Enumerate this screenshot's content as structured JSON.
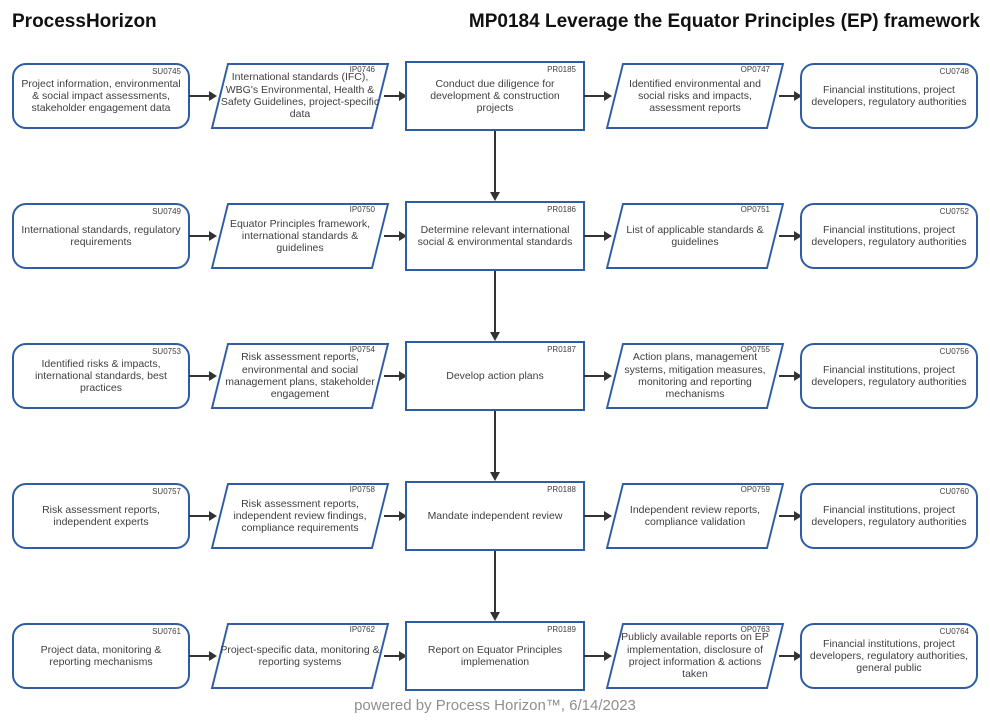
{
  "header": {
    "brand": "ProcessHorizon",
    "title": "MP0184 Leverage the Equator Principles (EP) framework"
  },
  "footer": {
    "credit": "powered by Process Horizon™, 6/14/2023"
  },
  "colors": {
    "shape_border": "#2e5da4",
    "arrow": "#333333",
    "text": "#3f3f3f",
    "footer_text": "#8e8e8e"
  },
  "rows": [
    {
      "supplier": {
        "code": "SU0745",
        "text": "Project information, environmental & social impact assessments, stakeholder engagement data"
      },
      "input": {
        "code": "IP0746",
        "text": "International standards (IFC), WBG's Environmental, Health & Safety Guidelines, project-specific data"
      },
      "process": {
        "code": "PR0185",
        "text": "Conduct due diligence for development & construction projects"
      },
      "output": {
        "code": "OP0747",
        "text": "Identified environmental and social risks and impacts, assessment reports"
      },
      "customer": {
        "code": "CU0748",
        "text": "Financial institutions, project developers, regulatory authorities"
      }
    },
    {
      "supplier": {
        "code": "SU0749",
        "text": "International standards, regulatory requirements"
      },
      "input": {
        "code": "IP0750",
        "text": "Equator Principles framework, international standards & guidelines"
      },
      "process": {
        "code": "PR0186",
        "text": "Determine relevant international social & environmental standards"
      },
      "output": {
        "code": "OP0751",
        "text": "List of applicable standards & guidelines"
      },
      "customer": {
        "code": "CU0752",
        "text": "Financial institutions, project developers, regulatory authorities"
      }
    },
    {
      "supplier": {
        "code": "SU0753",
        "text": "Identified risks & impacts, international standards, best practices"
      },
      "input": {
        "code": "IP0754",
        "text": "Risk assessment reports, environmental and social management plans, stakeholder engagement"
      },
      "process": {
        "code": "PR0187",
        "text": "Develop action plans"
      },
      "output": {
        "code": "OP0755",
        "text": "Action plans, management systems, mitigation measures, monitoring and reporting mechanisms"
      },
      "customer": {
        "code": "CU0756",
        "text": "Financial institutions, project developers, regulatory authorities"
      }
    },
    {
      "supplier": {
        "code": "SU0757",
        "text": "Risk assessment reports, independent experts"
      },
      "input": {
        "code": "IP0758",
        "text": "Risk assessment reports, independent review findings, compliance requirements"
      },
      "process": {
        "code": "PR0188",
        "text": "Mandate independent review"
      },
      "output": {
        "code": "OP0759",
        "text": "Independent review reports, compliance validation"
      },
      "customer": {
        "code": "CU0760",
        "text": "Financial institutions, project developers, regulatory authorities"
      }
    },
    {
      "supplier": {
        "code": "SU0761",
        "text": "Project data, monitoring & reporting mechanisms"
      },
      "input": {
        "code": "IP0762",
        "text": "Project-specific data, monitoring & reporting systems"
      },
      "process": {
        "code": "PR0189",
        "text": "Report on Equator Principles implemenation"
      },
      "output": {
        "code": "OP0763",
        "text": "Publicly available reports on EP implementation, disclosure of project information & actions taken"
      },
      "customer": {
        "code": "CU0764",
        "text": "Financial institutions, project developers, regulatory authorities, general public"
      }
    }
  ]
}
